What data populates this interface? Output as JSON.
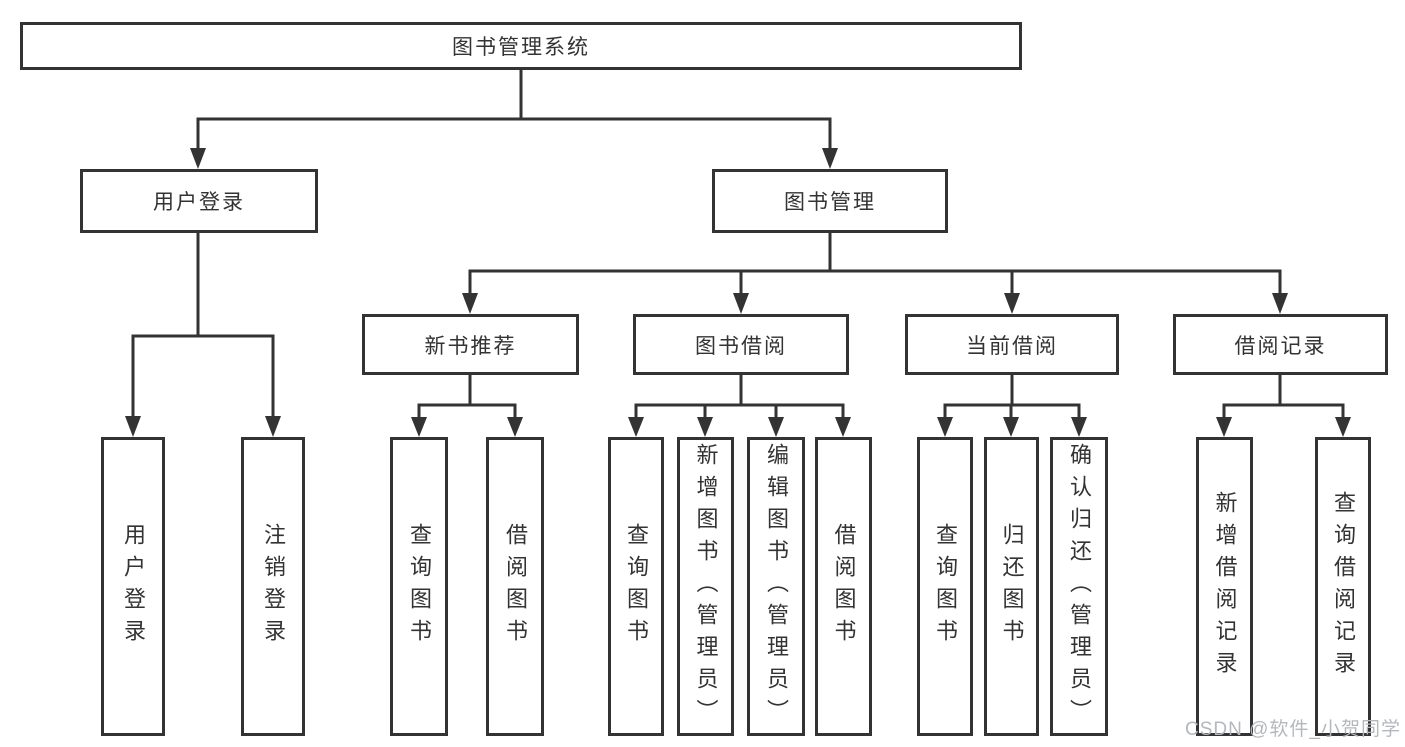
{
  "diagram": {
    "tree": {
      "label": "图书管理系统",
      "children": [
        {
          "label": "用户登录",
          "children": [
            {
              "label": "用户登录"
            },
            {
              "label": "注销登录"
            }
          ]
        },
        {
          "label": "图书管理",
          "children": [
            {
              "label": "新书推荐",
              "children": [
                {
                  "label": "查询图书"
                },
                {
                  "label": "借阅图书"
                }
              ]
            },
            {
              "label": "图书借阅",
              "children": [
                {
                  "label": "查询图书"
                },
                {
                  "label": "新增图书（管理员）"
                },
                {
                  "label": "编辑图书（管理员）"
                },
                {
                  "label": "借阅图书"
                }
              ]
            },
            {
              "label": "当前借阅",
              "children": [
                {
                  "label": "查询图书"
                },
                {
                  "label": "归还图书"
                },
                {
                  "label": "确认归还（管理员）"
                }
              ]
            },
            {
              "label": "借阅记录",
              "children": [
                {
                  "label": "新增借阅记录"
                },
                {
                  "label": "查询借阅记录"
                }
              ]
            }
          ]
        }
      ]
    },
    "colors": {
      "line": "#333333",
      "text": "#333333",
      "background": "#ffffff",
      "watermark": "#b4b8bd"
    }
  },
  "watermark": {
    "text": "CSDN @软件_小贺同学"
  }
}
